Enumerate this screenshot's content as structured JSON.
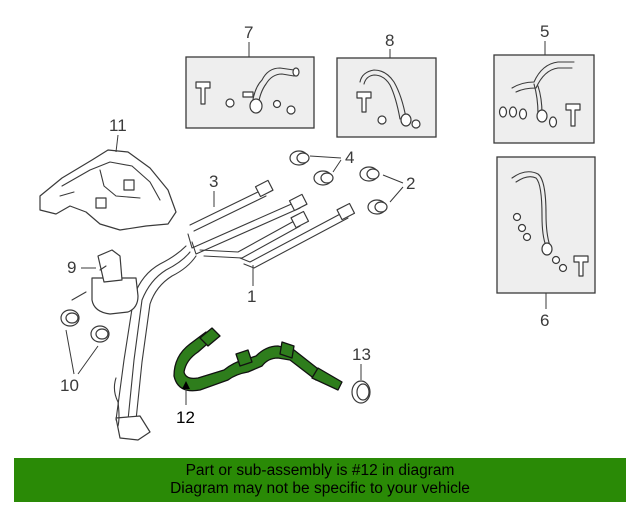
{
  "diagram": {
    "callouts": {
      "c1": "1",
      "c2": "2",
      "c3": "3",
      "c4": "4",
      "c5": "5",
      "c6": "6",
      "c7": "7",
      "c8": "8",
      "c9": "9",
      "c10": "10",
      "c11": "11",
      "c12": "12",
      "c13": "13"
    },
    "highlight_color": "#2e7d1c"
  },
  "banner": {
    "line1": "Part or sub-assembly is #12 in diagram",
    "line2": "Diagram may not be specific to your vehicle",
    "background": "#2a8a06"
  }
}
